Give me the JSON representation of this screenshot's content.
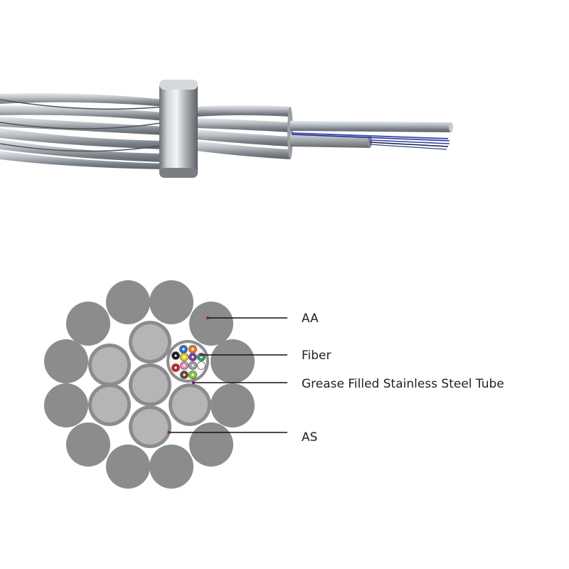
{
  "labels": {
    "aa": "AA",
    "fiber": "Fiber",
    "tube": "Grease Filled Stainless Steel Tube",
    "as": "AS"
  },
  "colors": {
    "aa_wire": "#8c8c8c",
    "as_wire_core": "#b5b5b5",
    "as_wire_ring": "#8c8c8c",
    "tube_fill": "#f5f5f5",
    "leader_line": "#111111",
    "leader_dot": "#8b1a6b",
    "fibers": [
      "#2a6fd6",
      "#f07a1f",
      "#1a1a1a",
      "#e8d21a",
      "#7a3fa8",
      "#24a36b",
      "#d41f2a",
      "#e58ab8",
      "#a0a0a0",
      "#ffffff",
      "#6b4a2a",
      "#7ecf3a"
    ]
  }
}
